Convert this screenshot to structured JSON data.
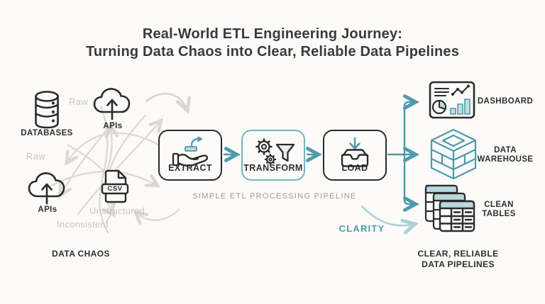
{
  "title": {
    "line1": "Real-World ETL Engineering Journey:",
    "line2": "Turning Data Chaos into Clear, Reliable Data Pipelines"
  },
  "chaos": {
    "databases_label": "DATABASES",
    "apis_top_label": "APIs",
    "apis_bottom_label": "APIs",
    "csv_badge": "CSV",
    "raw_top": "Raw",
    "raw_left": "Raw",
    "unstructured": "Unstructured",
    "inconsistent": "Inconsistent",
    "caption": "DATA CHAOS"
  },
  "pipeline": {
    "extract_label": "EXTRACT",
    "transform_label": "TRANSFORM",
    "load_label": "LOAD",
    "caption": "SIMPLE ETL PROCESSING PIPELINE",
    "clarity_label": "CLARITY"
  },
  "outputs": {
    "dashboard_label": "DASHBOARD",
    "warehouse_label": "DATA WAREHOUSE",
    "tables_label": "CLEAN TABLES",
    "caption_line1": "CLEAR, RELIABLE",
    "caption_line2": "DATA PIPELINES"
  },
  "colors": {
    "teal": "#4e9aa9",
    "teal_light": "#bad8de",
    "teal_border": "#72b3bf",
    "ink": "#2b2b2b",
    "gray_text": "#c6c5c2",
    "gray_arrow": "#d9d8d5",
    "caption_gray": "#9b9a97",
    "background": "#fcfbf9"
  }
}
